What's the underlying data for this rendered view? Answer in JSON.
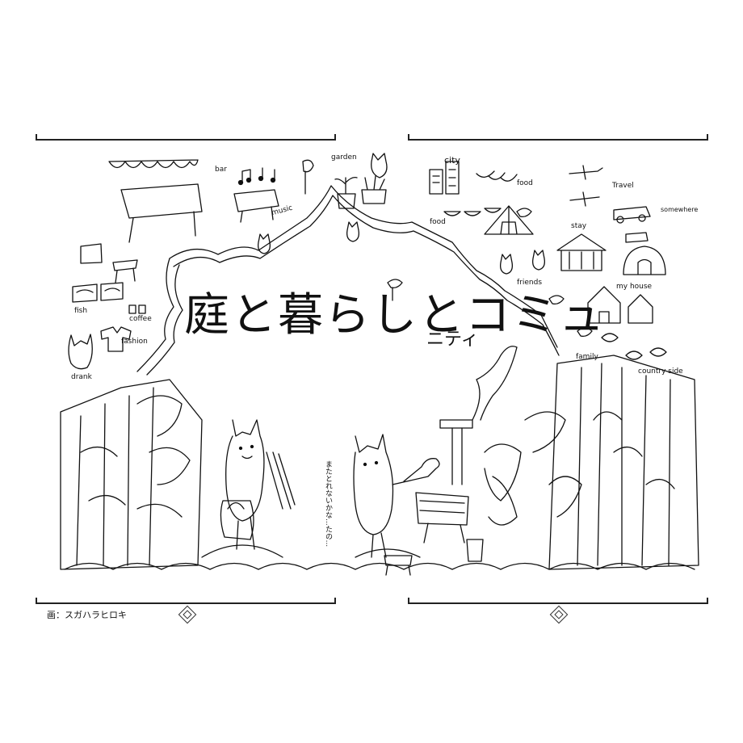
{
  "title": {
    "main": "庭と暮らしとコミュ",
    "tail": "ニティ"
  },
  "credit": "画：スガハラヒロキ",
  "labels": {
    "bar": "bar",
    "music": "music",
    "garden": "garden",
    "city": "city",
    "food": "food",
    "travel": "Travel",
    "somewhere": "somewhere",
    "stay": "stay",
    "friends": "friends",
    "my_house": "my house",
    "family": "family",
    "country_side": "country side",
    "coffee": "coffee",
    "fashion": "fashion",
    "fish": "fish",
    "drank": "drank"
  },
  "caption": "またとれないかな...たの..."
}
